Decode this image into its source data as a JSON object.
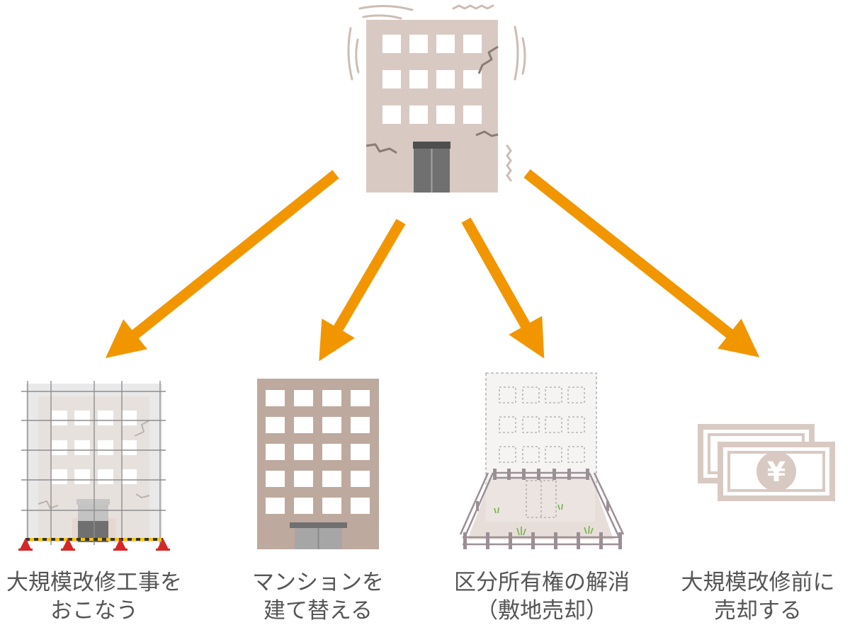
{
  "colors": {
    "arrow": "#F29600",
    "building": "#D8CAC3",
    "window": "#FFFFFF",
    "door": "#707070",
    "new_building": "#BEA99E",
    "money": "#D8CAC3",
    "text": "#555555"
  },
  "icons": {
    "top": "damaged-building-icon",
    "option1": "scaffold-building-icon",
    "option2": "new-building-icon",
    "option3": "demolished-site-icon",
    "option4": "yen-banknotes-icon"
  },
  "options": [
    {
      "line1": "大規模改修工事を",
      "line2": "おこなう"
    },
    {
      "line1": "マンションを",
      "line2": "建て替える"
    },
    {
      "line1": "区分所有権の解消",
      "line2": "（敷地売却）"
    },
    {
      "line1": "大規模改修前に",
      "line2": "売却する"
    }
  ]
}
